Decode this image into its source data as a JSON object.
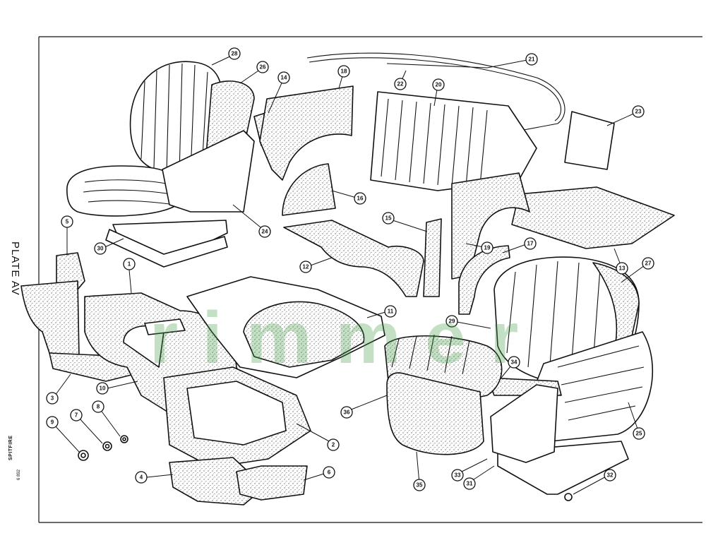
{
  "plate": {
    "title": "PLATE AV"
  },
  "model": "SPITFIRE",
  "drawing_number": "6 892",
  "watermark": "rimmer",
  "callouts": [
    "1",
    "2",
    "3",
    "4",
    "5",
    "6",
    "7",
    "8",
    "9",
    "10",
    "11",
    "12",
    "13",
    "14",
    "15",
    "16",
    "17",
    "18",
    "19",
    "20",
    "21",
    "22",
    "23",
    "24",
    "25",
    "26",
    "27",
    "28",
    "29",
    "30",
    "31",
    "32",
    "33",
    "34",
    "35",
    "36"
  ],
  "colors": {
    "ink": "#111111",
    "paper": "#ffffff",
    "watermark": "#46a046"
  }
}
